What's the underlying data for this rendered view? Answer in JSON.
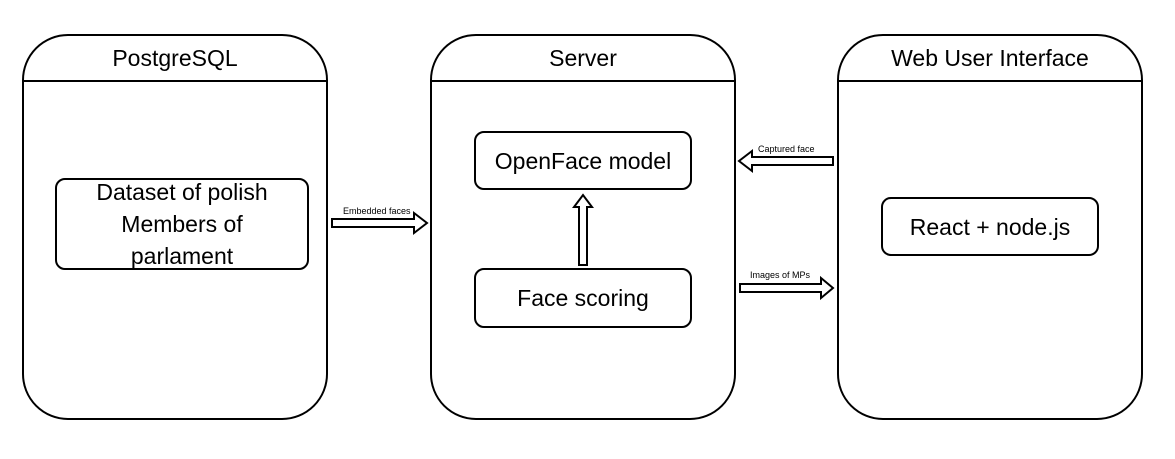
{
  "containers": {
    "postgres": {
      "title": "PostgreSQL"
    },
    "server": {
      "title": "Server"
    },
    "web_ui": {
      "title": "Web User Interface"
    }
  },
  "nodes": {
    "dataset": "Dataset of polish Members of parlament",
    "openface": "OpenFace model",
    "face_scoring": "Face scoring",
    "react": "React + node.js"
  },
  "edges": {
    "embedded_faces": "Embedded faces",
    "captured_face": "Captured face",
    "images_of_mps": "Images of MPs"
  }
}
